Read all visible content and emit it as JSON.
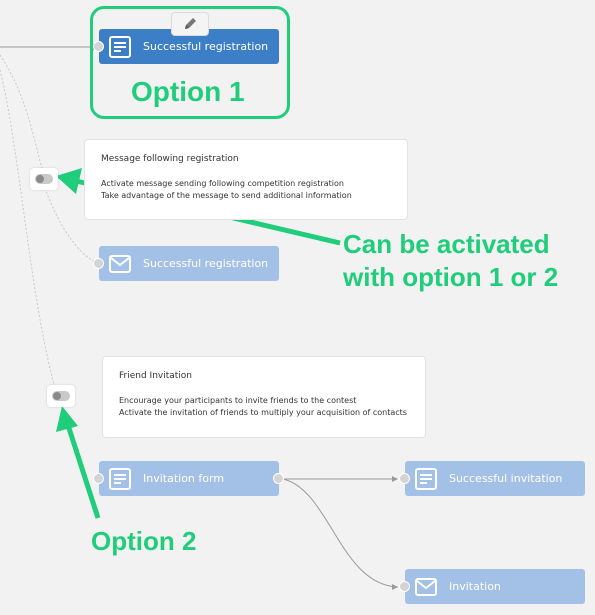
{
  "nodes": {
    "successful_registration_1": "Successful registration",
    "successful_registration_2": "Successful registration",
    "invitation_form": "Invitation form",
    "successful_invitation": "Successful invitation",
    "invitation": "Invitation"
  },
  "cards": {
    "message": {
      "title": "Message following registration",
      "line1": "Activate message sending following competition registration",
      "line2": "Take advantage of the message to send additional information"
    },
    "friend": {
      "title": "Friend Invitation",
      "line1": "Encourage your participants to invite friends to the contest",
      "line2": "Activate the invitation of friends to multiply your acquisition of contacts"
    }
  },
  "annotations": {
    "option1": "Option 1",
    "activated_line1": "Can be activated",
    "activated_line2": "with option 1 or 2",
    "option2": "Option 2"
  },
  "colors": {
    "accent_green": "#1fcd7b",
    "node_primary": "#3d7fc6",
    "node_faded": "#a3c1e6"
  },
  "icons": {
    "edit": "pencil-icon",
    "doc": "document-icon",
    "mail": "envelope-icon"
  }
}
